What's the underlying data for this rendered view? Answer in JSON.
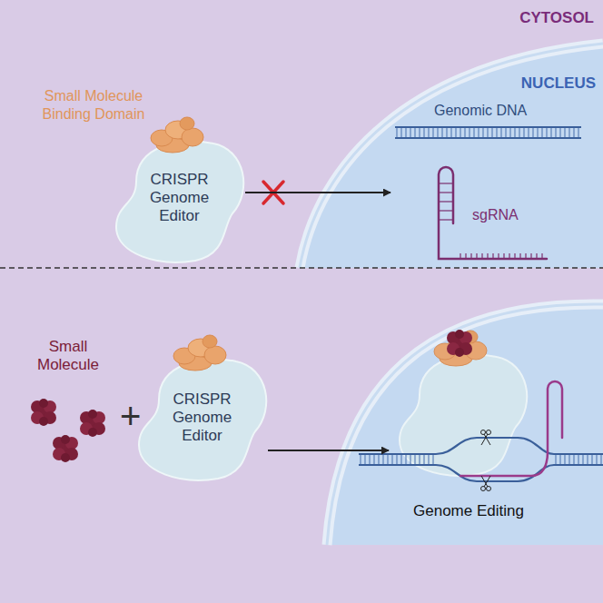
{
  "diagram": {
    "nodes": [
      {
        "text": [
          "CRISPR Genome Editor"
        ]
      },
      {
        "text": [
          "NUCLEUS",
          "Genomic DNA",
          "sgRNA"
        ]
      },
      {
        "text": [
          "CRISPR Genome Editor"
        ]
      },
      {
        "text": [
          "Genome Editing"
        ]
      }
    ],
    "edges": [
      {
        "from": 0,
        "to": 1,
        "arrow": "to"
      },
      {
        "from": 2,
        "to": 3,
        "arrow": "to"
      }
    ],
    "labels": [
      "CYTOSOL",
      "Small Molecule Binding Domain",
      "Small Molecule",
      "+"
    ]
  }
}
